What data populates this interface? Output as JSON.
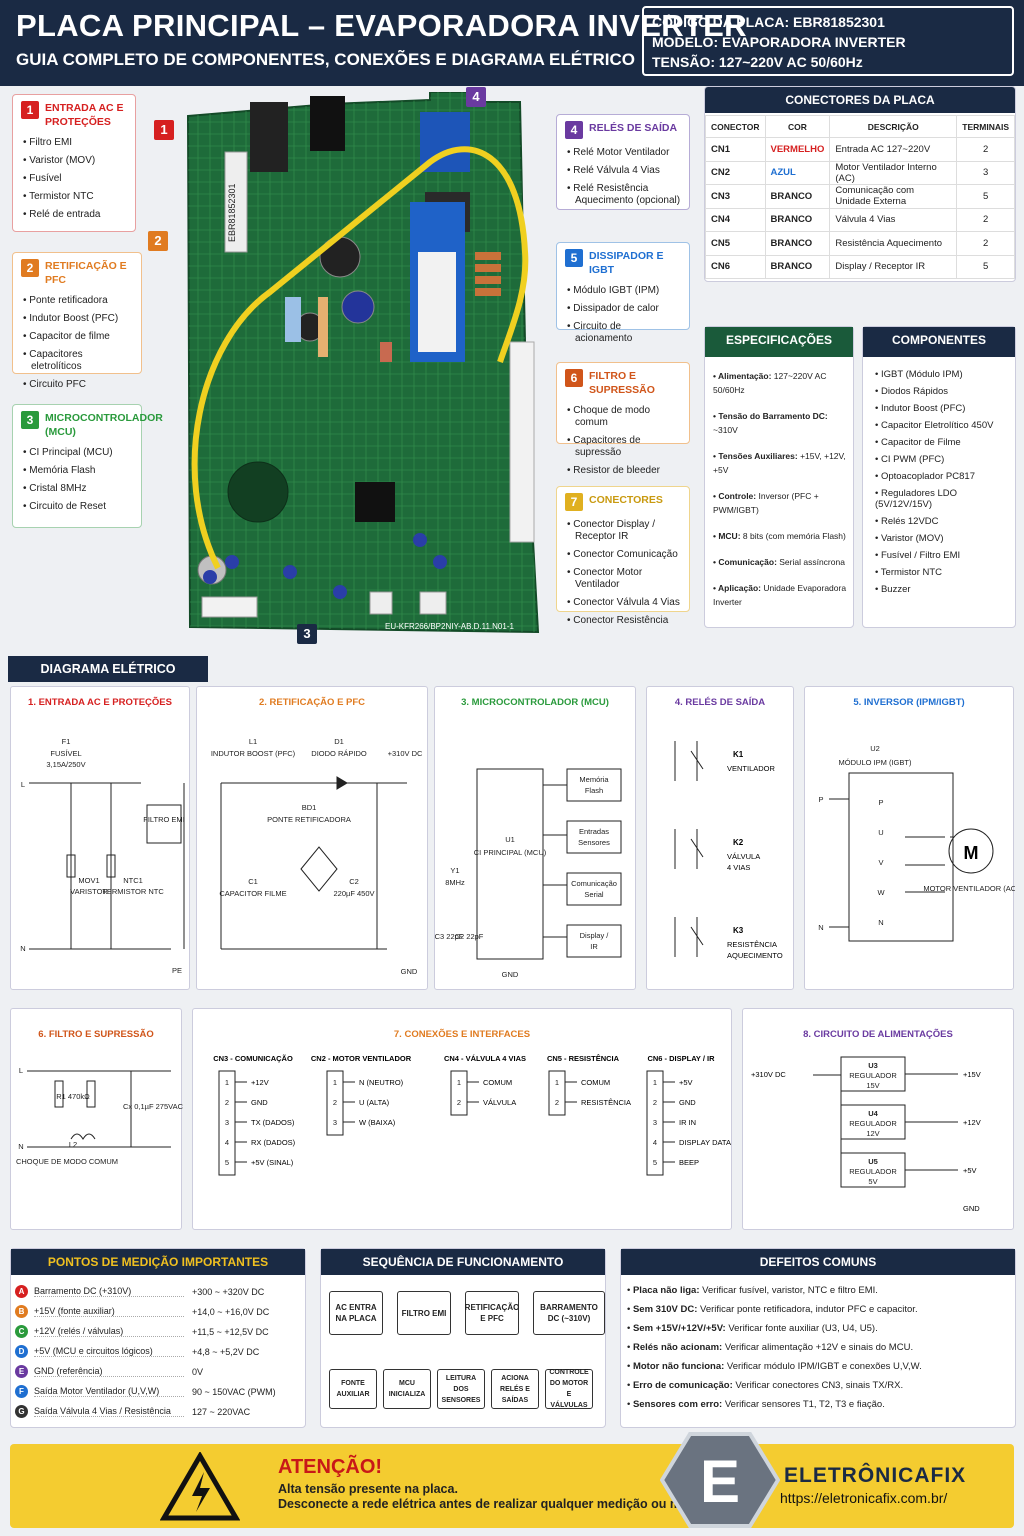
{
  "header": {
    "title": "PLACA PRINCIPAL – EVAPORADORA INVERTER",
    "subtitle": "GUIA COMPLETO DE COMPONENTES, CONEXÕES E DIAGRAMA ELÉTRICO",
    "code": "CÓDIGO DA PLACA: EBR81852301",
    "model": "MODELO: EVAPORADORA INVERTER",
    "voltage": "TENSÃO: 127~220V AC 50/60Hz"
  },
  "cards": {
    "c1": {
      "num": "1",
      "title": "ENTRADA AC E PROTEÇÕES",
      "items": [
        "Filtro EMI",
        "Varistor (MOV)",
        "Fusível",
        "Termistor NTC",
        "Relé de entrada"
      ]
    },
    "c2": {
      "num": "2",
      "title": "RETIFICAÇÃO E PFC",
      "items": [
        "Ponte retificadora",
        "Indutor Boost (PFC)",
        "Capacitor de filme",
        "Capacitores eletrolíticos",
        "Circuito PFC"
      ]
    },
    "c3": {
      "num": "3",
      "title": "MICROCONTROLADOR (MCU)",
      "items": [
        "CI Principal (MCU)",
        "Memória Flash",
        "Cristal 8MHz",
        "Circuito de Reset"
      ]
    },
    "c4": {
      "num": "4",
      "title": "RELÉS DE SAÍDA",
      "items": [
        "Relé Motor Ventilador",
        "Relé Válvula 4 Vias",
        "Relé Resistência Aquecimento (opcional)"
      ]
    },
    "c5": {
      "num": "5",
      "title": "DISSIPADOR E IGBT",
      "items": [
        "Módulo IGBT (IPM)",
        "Dissipador de calor",
        "Circuito de acionamento"
      ]
    },
    "c6": {
      "num": "6",
      "title": "FILTRO E SUPRESSÃO",
      "items": [
        "Choque de modo comum",
        "Capacitores de supressão",
        "Resistor de bleeder"
      ]
    },
    "c7": {
      "num": "7",
      "title": "CONECTORES",
      "items": [
        "Conector Display / Receptor IR",
        "Conector Comunicação",
        "Conector Motor Ventilador",
        "Conector Válvula 4 Vias",
        "Conector Resistência"
      ]
    }
  },
  "pcb": {
    "marks": [
      "1",
      "2",
      "3",
      "4"
    ],
    "text_model": "EU-KFR266/BP2NIY-AB.D.11.N01-1",
    "text_code": "EBR81852301"
  },
  "connectors": {
    "title": "CONECTORES DA PLACA",
    "headers": [
      "CONECTOR",
      "COR",
      "DESCRIÇÃO",
      "TERMINAIS"
    ],
    "rows": [
      [
        "CN1",
        "VERMELHO",
        "Entrada AC 127~220V",
        "2"
      ],
      [
        "CN2",
        "AZUL",
        "Motor Ventilador Interno (AC)",
        "3"
      ],
      [
        "CN3",
        "BRANCO",
        "Comunicação com Unidade Externa",
        "5"
      ],
      [
        "CN4",
        "BRANCO",
        "Válvula 4 Vias",
        "2"
      ],
      [
        "CN5",
        "BRANCO",
        "Resistência Aquecimento",
        "2"
      ],
      [
        "CN6",
        "BRANCO",
        "Display / Receptor IR",
        "5"
      ]
    ],
    "colors": {
      "VERMELHO": "#d62020",
      "AZUL": "#1f6fd1",
      "BRANCO": "#222222"
    }
  },
  "specs": {
    "title": "ESPECIFICAÇÕES",
    "items": [
      [
        "Alimentação:",
        "127~220V AC 50/60Hz"
      ],
      [
        "Tensão do Barramento DC:",
        "~310V"
      ],
      [
        "Tensões Auxiliares:",
        "+15V, +12V, +5V"
      ],
      [
        "Controle:",
        "Inversor (PFC + PWM/IGBT)"
      ],
      [
        "MCU:",
        "8 bits (com memória Flash)"
      ],
      [
        "Comunicação:",
        "Serial assíncrona"
      ],
      [
        "Aplicação:",
        "Unidade Evaporadora Inverter"
      ]
    ]
  },
  "components": {
    "title": "COMPONENTES PRINCIPAIS",
    "items": [
      "IGBT (Módulo IPM)",
      "Diodos Rápidos",
      "Indutor Boost (PFC)",
      "Capacitor Eletrolítico 450V",
      "Capacitor de Filme",
      "CI PWM (PFC)",
      "Optoacoplador PC817",
      "Reguladores LDO (5V/12V/15V)",
      "Relés 12VDC",
      "Varistor (MOV)",
      "Fusível / Filtro EMI",
      "Termistor NTC",
      "Buzzer"
    ]
  },
  "diagram": {
    "title": "DIAGRAMA ELÉTRICO FUNCIONAL",
    "d1": {
      "title": "1. ENTRADA AC E PROTEÇÕES",
      "f1": "F1",
      "fuse": "FUSÍVEL",
      "fuse_val": "3,15A/250V",
      "filter": "FILTRO EMI",
      "mov": "MOV1",
      "mov_d": "VARISTOR",
      "ntc": "NTC1",
      "ntc_d": "TERMISTOR NTC",
      "L": "L",
      "N": "N",
      "PE": "PE"
    },
    "d2": {
      "title": "2. RETIFICAÇÃO E PFC",
      "l1": "L1",
      "l1d": "INDUTOR BOOST (PFC)",
      "d1": "D1",
      "d1d": "DIODO RÁPIDO",
      "bus": "+310V DC",
      "bd": "BD1",
      "bdd": "PONTE RETIFICADORA",
      "c1": "C1",
      "c1d": "CAPACITOR FILME",
      "c2": "C2",
      "c2d": "220µF 450V",
      "gnd": "GND"
    },
    "d3": {
      "title": "3. MICROCONTROLADOR (MCU)",
      "u1": "U1",
      "u1d": "CI PRINCIPAL (MCU)",
      "y1": "Y1",
      "y1d": "8MHz",
      "c": "C3 22pF",
      "c2": "C2 22pF",
      "gnd": "GND",
      "blocks": [
        "Memória Flash",
        "Entradas Sensores",
        "Comunicação Serial",
        "Display / IR"
      ]
    },
    "d4": {
      "title": "4. RELÉS DE SAÍDA",
      "k": [
        [
          "K1",
          "VENTILADOR"
        ],
        [
          "K2",
          "VÁLVULA 4 VIAS"
        ],
        [
          "K3",
          "RESISTÊNCIA AQUECIMENTO"
        ]
      ]
    },
    "d5": {
      "title": "5. INVERSOR (IPM/IGBT)",
      "u2": "U2",
      "u2d": "MÓDULO IPM (IGBT)",
      "p": "P",
      "n": "N",
      "pins": [
        "P",
        "U",
        "V",
        "W",
        "N"
      ],
      "m": "M",
      "md": "MOTOR VENTILADOR (AC)"
    },
    "d6": {
      "title": "6. FILTRO E SUPRESSÃO",
      "L": "L",
      "N": "N",
      "r1": "R1 470kΩ",
      "l2": "L2",
      "l2d": "CHOQUE DE MODO COMUM",
      "cx": "Cx 0,1µF 275VAC"
    },
    "d7": {
      "title": "7. CONEXÕES E INTERFACES",
      "groups": [
        {
          "name": "CN3 - COMUNICAÇÃO",
          "pins": [
            "+12V",
            "GND",
            "TX (DADOS)",
            "RX (DADOS)",
            "+5V (SINAL)"
          ]
        },
        {
          "name": "CN2 - MOTOR VENTILADOR",
          "pins": [
            "N (NEUTRO)",
            "U (ALTA)",
            "W (BAIXA)"
          ]
        },
        {
          "name": "CN4 - VÁLVULA 4 VIAS",
          "pins": [
            "COMUM",
            "VÁLVULA"
          ]
        },
        {
          "name": "CN5 - RESISTÊNCIA",
          "pins": [
            "COMUM",
            "RESISTÊNCIA"
          ]
        },
        {
          "name": "CN6 - DISPLAY / IR",
          "pins": [
            "+5V",
            "GND",
            "IR IN",
            "DISPLAY DATA",
            "BEEP"
          ]
        }
      ]
    },
    "d8": {
      "title": "8. CIRCUITO DE ALIMENTAÇÕES",
      "in": "+310V DC",
      "regs": [
        [
          "U3",
          "REGULADOR 15V",
          "+15V"
        ],
        [
          "U4",
          "REGULADOR 12V",
          "+12V"
        ],
        [
          "U5",
          "REGULADOR 5V",
          "+5V"
        ]
      ],
      "gnd": "GND"
    }
  },
  "measure": {
    "title": "PONTOS DE MEDIÇÃO IMPORTANTES",
    "items": [
      [
        "A",
        "Barramento DC (+310V)",
        "+300 ~ +320V DC",
        "#d62020"
      ],
      [
        "B",
        "+15V (fonte auxiliar)",
        "+14,0 ~ +16,0V DC",
        "#e07b20"
      ],
      [
        "C",
        "+12V (relés / válvulas)",
        "+11,5 ~ +12,5V DC",
        "#2a9a3c"
      ],
      [
        "D",
        "+5V (MCU e circuitos lógicos)",
        "+4,8 ~ +5,2V DC",
        "#1f6fd1"
      ],
      [
        "E",
        "GND (referência)",
        "0V",
        "#6a3aa0"
      ],
      [
        "F",
        "Saída Motor Ventilador (U,V,W)",
        "90 ~ 150VAC (PWM)",
        "#1f6fd1"
      ],
      [
        "G",
        "Saída Válvula 4 Vias / Resistência",
        "127 ~ 220VAC",
        "#333333"
      ]
    ]
  },
  "sequence": {
    "title": "SEQUÊNCIA DE FUNCIONAMENTO",
    "row1": [
      "AC ENTRA NA PLACA",
      "FILTRO EMI",
      "RETIFICAÇÃO E PFC",
      "BARRAMENTO DC (~310V)"
    ],
    "row2": [
      "FONTE AUXILIAR",
      "MCU INICIALIZA",
      "LEITURA DOS SENSORES",
      "ACIONA RELÉS E SAÍDAS",
      "CONTROLE DO MOTOR E VÁLVULAS"
    ]
  },
  "defects": {
    "title": "DEFEITOS COMUNS",
    "items": [
      [
        "Placa não liga:",
        "Verificar fusível, varistor, NTC e filtro EMI."
      ],
      [
        "Sem 310V DC:",
        "Verificar ponte retificadora, indutor PFC e capacitor."
      ],
      [
        "Sem +15V/+12V/+5V:",
        "Verificar fonte auxiliar (U3, U4, U5)."
      ],
      [
        "Relés não acionam:",
        "Verificar alimentação +12V e sinais do MCU."
      ],
      [
        "Motor não funciona:",
        "Verificar módulo IPM/IGBT e conexões U,V,W."
      ],
      [
        "Erro de comunicação:",
        "Verificar conectores CN3, sinais TX/RX."
      ],
      [
        "Sensores com erro:",
        "Verificar sensores T1, T2, T3 e fiação."
      ]
    ]
  },
  "warning": {
    "title": "ATENÇÃO!",
    "line1": "Alta tensão presente na placa.",
    "line2": "Desconecte a rede elétrica antes de realizar qualquer medição ou manutenção."
  },
  "brand": {
    "letter": "E",
    "name": "ELETRÔNICAFIX",
    "url": "https://eletronicafix.com.br/"
  }
}
